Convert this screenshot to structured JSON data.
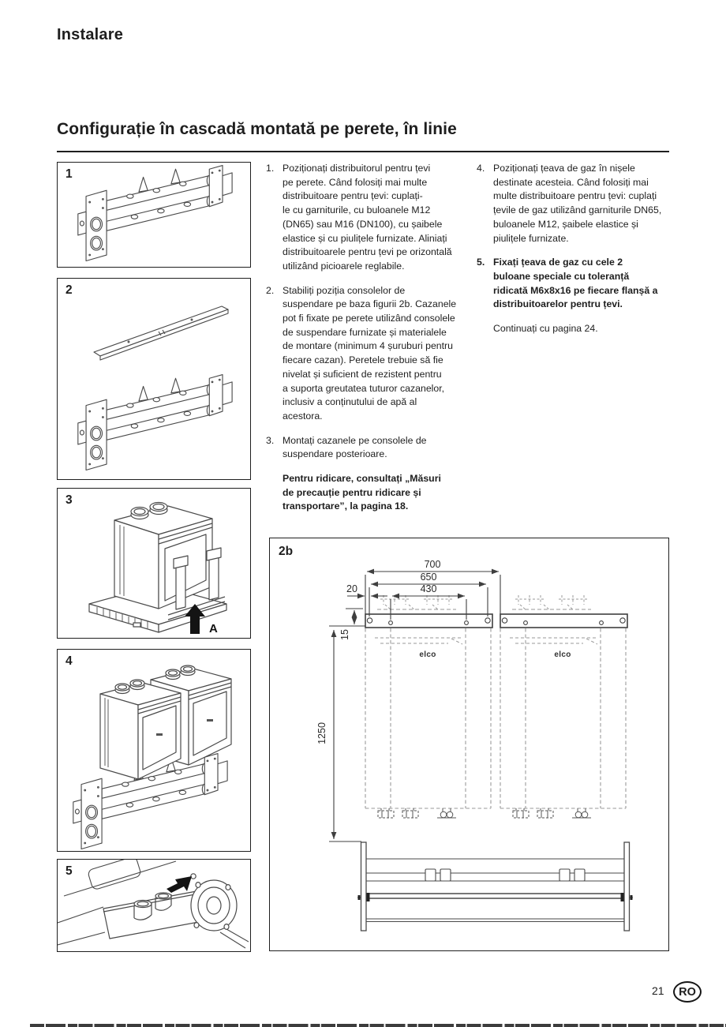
{
  "page": {
    "header": "Instalare",
    "section_title": "Configurație în cascadă montată pe perete, în linie"
  },
  "instructions": {
    "col1": {
      "steps": [
        {
          "num": "1.",
          "text": "Poziționați distribuitorul pentru țevi\npe perete. Când folosiți mai multe\ndistribuitoare pentru țevi: cuplați-\nle cu garniturile, cu buloanele M12\n(DN65) sau M16 (DN100), cu șaibele\nelastice și cu piulițele furnizate. Aliniați\ndistribuitoarele pentru țevi pe orizontală\nutilizând picioarele reglabile."
        },
        {
          "num": "2.",
          "text": "Stabiliți poziția consolelor de\nsuspendare pe baza figurii 2b. Cazanele\npot fi fixate pe perete utilizând consolele\nde suspendare furnizate și materialele\nde montare (minimum 4 șuruburi pentru\nfiecare cazan). Peretele trebuie să fie\nnivelat și suficient de rezistent pentru\na suporta greutatea tuturor cazanelor,\ninclusiv a conținutului de apă al\nacestora."
        },
        {
          "num": "3.",
          "text": "Montați cazanele pe consolele de\nsuspendare posterioare."
        }
      ],
      "note": "Pentru ridicare, consultați „Măsuri\nde precauție pentru ridicare și\ntransportare”, la pagina 18."
    },
    "col2": {
      "steps": [
        {
          "num": "4.",
          "text": "Poziționați țeava de gaz în nișele\ndestinate acesteia. Când folosiți mai\nmulte distribuitoare pentru țevi: cuplați\nțevile de gaz utilizând garniturile DN65,\nbuloanele M12, șaibele elastice și\npiulițele furnizate."
        },
        {
          "num": "5.",
          "text": "Fixați țeava de gaz cu cele 2\nbuloane speciale cu toleranță\nridicată M6x8x16 pe fiecare flanșă a\ndistribuitoarelor pentru țevi."
        }
      ],
      "continue_text": "Continuați cu pagina 24."
    }
  },
  "figures": {
    "fig1": {
      "label": "1"
    },
    "fig2": {
      "label": "2"
    },
    "fig3": {
      "label": "3",
      "arrow_label": "A"
    },
    "fig4": {
      "label": "4"
    },
    "fig5": {
      "label": "5"
    },
    "fig2b": {
      "label": "2b",
      "brand": "elco",
      "dims": {
        "total_width": "700",
        "rail_width": "650",
        "bracket_spacing": "430",
        "edge_offset": "20",
        "rail_drop": "15",
        "height": "1250"
      }
    }
  },
  "footer": {
    "page_number": "21",
    "locale_badge": "RO"
  },
  "colors": {
    "line_art": "#4a4a4a",
    "dashed": "#999999",
    "ink": "#1f1f1f"
  }
}
